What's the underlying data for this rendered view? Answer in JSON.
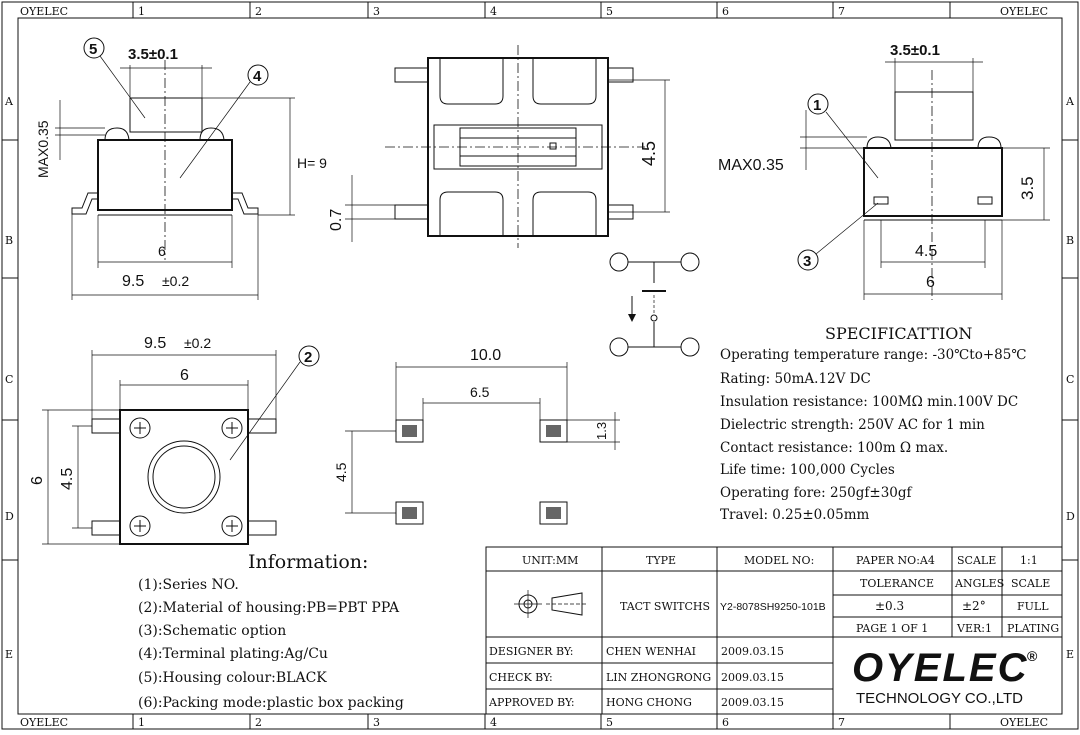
{
  "border": {
    "brand": "OYELEC",
    "columns": [
      "1",
      "2",
      "3",
      "4",
      "5",
      "6",
      "7"
    ],
    "rows": [
      "A",
      "B",
      "C",
      "D",
      "E"
    ]
  },
  "views": {
    "side_left": {
      "callout_5": "5",
      "callout_4": "4",
      "dim_top": "3.5±0.1",
      "dim_max": "MAX0.35",
      "dim_h": "H= 9",
      "dim_inner": "6",
      "dim_width": "9.5",
      "dim_width_tol": "±0.2"
    },
    "top_center": {
      "dim_height": "4.5",
      "dim_small": "0.7"
    },
    "side_right": {
      "callout_1": "1",
      "callout_3": "3",
      "dim_top": "3.5±0.1",
      "dim_max": "MAX0.35",
      "dim_h": "3.5",
      "dim_inner": "4.5",
      "dim_outer": "6"
    },
    "bottom_left": {
      "callout_2": "2",
      "dim_width": "9.5",
      "dim_width_tol": "±0.2",
      "dim_inner": "6",
      "dim_height": "6",
      "dim_height_inner": "4.5"
    },
    "pcb_layout": {
      "dim_outer": "10.0",
      "dim_inner": "6.5",
      "dim_pad": "1.3",
      "dim_height": "4.5"
    }
  },
  "specification": {
    "title": "SPECIFICATTION",
    "lines": [
      "Operating temperature range: -30℃to+85℃",
      "Rating: 50mA.12V DC",
      "Insulation resistance: 100MΩ  min.100V DC",
      "Dielectric strength: 250V AC for 1 min",
      "Contact resistance: 100m  Ω  max.",
      "Life time: 100,000 Cycles",
      "Operating fore: 250gf±30gf",
      "Travel: 0.25±0.05mm"
    ]
  },
  "information": {
    "title": "Information:",
    "lines": [
      "(1):Series NO.",
      "(2):Material of housing:PB=PBT PPA",
      "(3):Schematic option",
      "(4):Terminal plating:Ag/Cu",
      "(5):Housing colour:BLACK",
      "(6):Packing mode:plastic box packing"
    ]
  },
  "title_block": {
    "unit": "UNIT:MM",
    "type_label": "TYPE",
    "model_label": "MODEL NO:",
    "paper": "PAPER NO:A4",
    "scale_label": "SCALE",
    "scale_value": "1:1",
    "tolerance_label": "TOLERANCE",
    "angles_label": "ANGLES",
    "scale_label2": "SCALE",
    "type_value": "TACT SWITCHS",
    "model_value": "Y2-8078SH9250-101B",
    "tol_value": "±0.3",
    "angle_value": "±2°",
    "scale_full": "FULL",
    "page": "PAGE 1 OF 1",
    "ver": "VER:1",
    "plating": "PLATING",
    "designer_label": "DESIGNER BY:",
    "designer": "CHEN WENHAI",
    "designer_date": "2009.03.15",
    "check_label": "CHECK BY:",
    "checker": "LIN ZHONGRONG",
    "check_date": "2009.03.15",
    "approved_label": "APPROVED BY:",
    "approver": "HONG CHONG",
    "approved_date": "2009.03.15",
    "logo_text": "OYELEC",
    "logo_reg": "®",
    "company": "TECHNOLOGY CO.,LTD"
  }
}
